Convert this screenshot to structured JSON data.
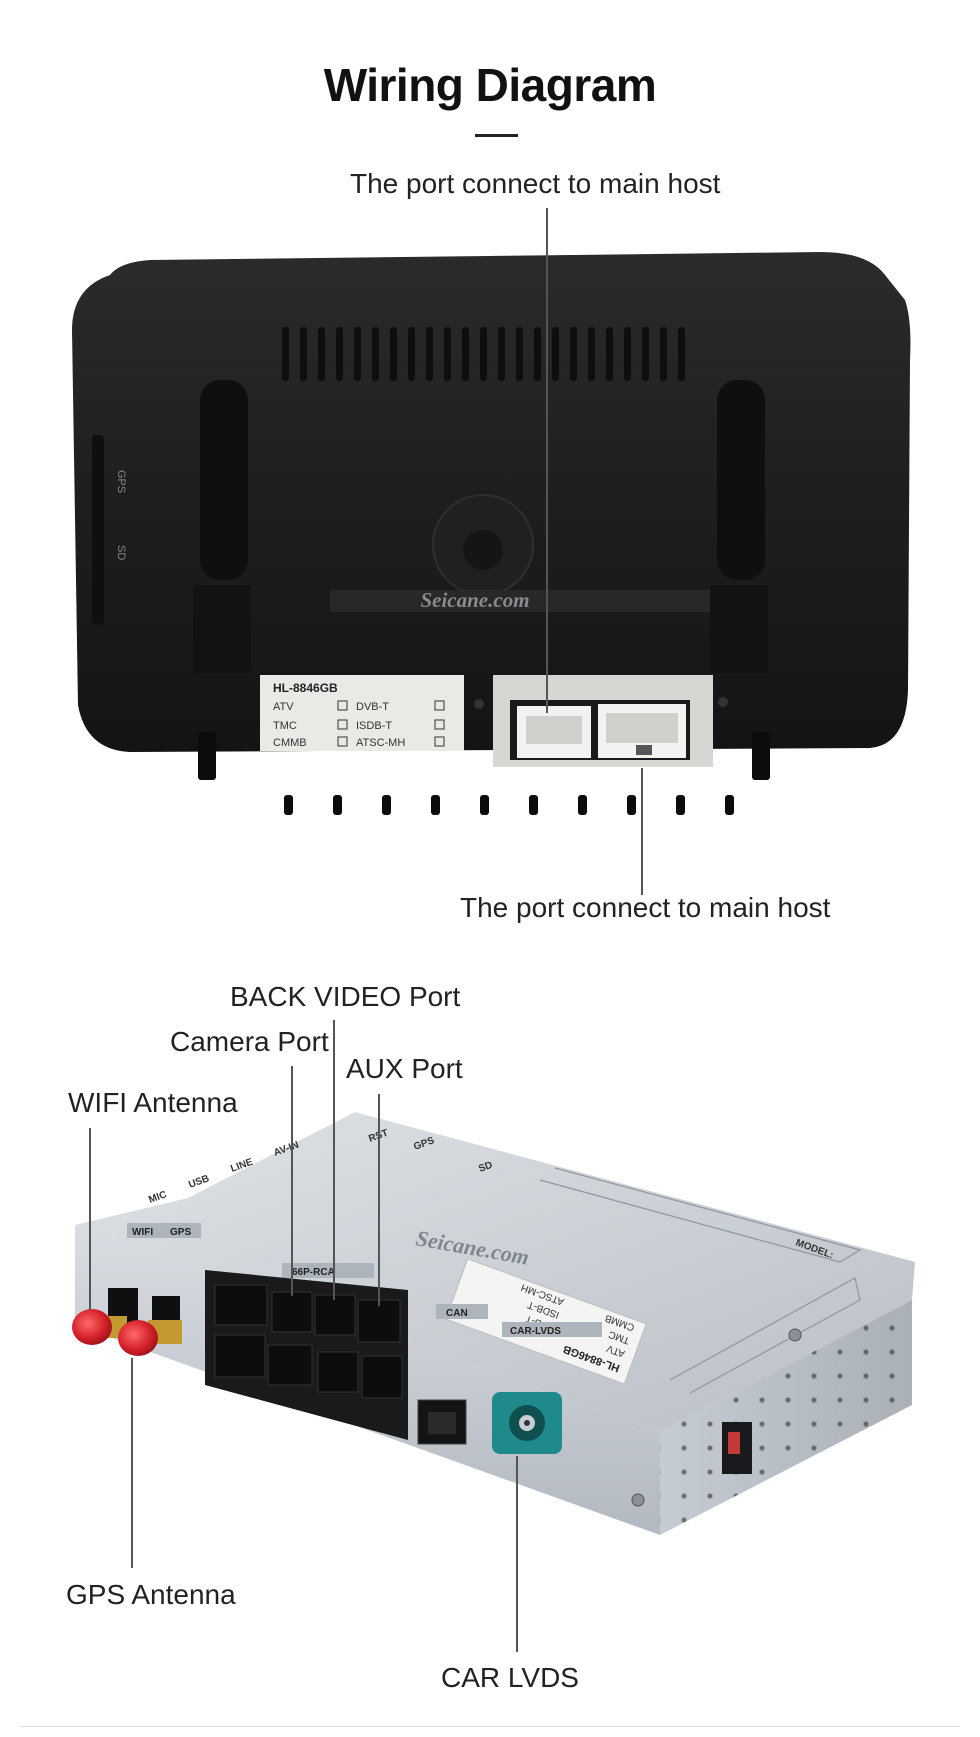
{
  "title": "Wiring Diagram",
  "head_unit": {
    "top_port_label": "The port connect to main host",
    "bottom_port_label": "The port connect to main host",
    "watermark": "Seicane.com",
    "side_labels": [
      "GPS",
      "SD"
    ],
    "sticker": {
      "model": "HL-8846GB",
      "rows": [
        {
          "left": "ATV",
          "right": "DVB-T"
        },
        {
          "left": "TMC",
          "right": "ISDB-T"
        },
        {
          "left": "CMMB",
          "right": "ATSC-MH"
        }
      ]
    }
  },
  "box": {
    "labels": {
      "back_video": "BACK VIDEO Port",
      "camera": "Camera Port",
      "aux": "AUX Port",
      "wifi": "WIFI Antenna",
      "gps": "GPS Antenna",
      "lvds": "CAR LVDS"
    },
    "watermark": "Seicane.com",
    "panel_tags": [
      "WIFI",
      "GPS",
      "66P-RCA",
      "CAN",
      "CAR-LVDS"
    ],
    "top_tags": [
      "MIC",
      "USB",
      "LINE",
      "AV-IN",
      "RST",
      "GPS",
      "SD",
      "MODEL:"
    ],
    "sticker": {
      "model": "HL-8846GB",
      "rows": [
        {
          "left": "ATV",
          "right": "DVB-T"
        },
        {
          "left": "TMC",
          "right": "ISDB-T"
        },
        {
          "left": "CMMB",
          "right": "ATSC-MH"
        }
      ]
    }
  },
  "colors": {
    "housing": "#1c1c1e",
    "metal": "#c9ced4",
    "antenna": "#d4202a",
    "lvds": "#1e8a8c"
  }
}
